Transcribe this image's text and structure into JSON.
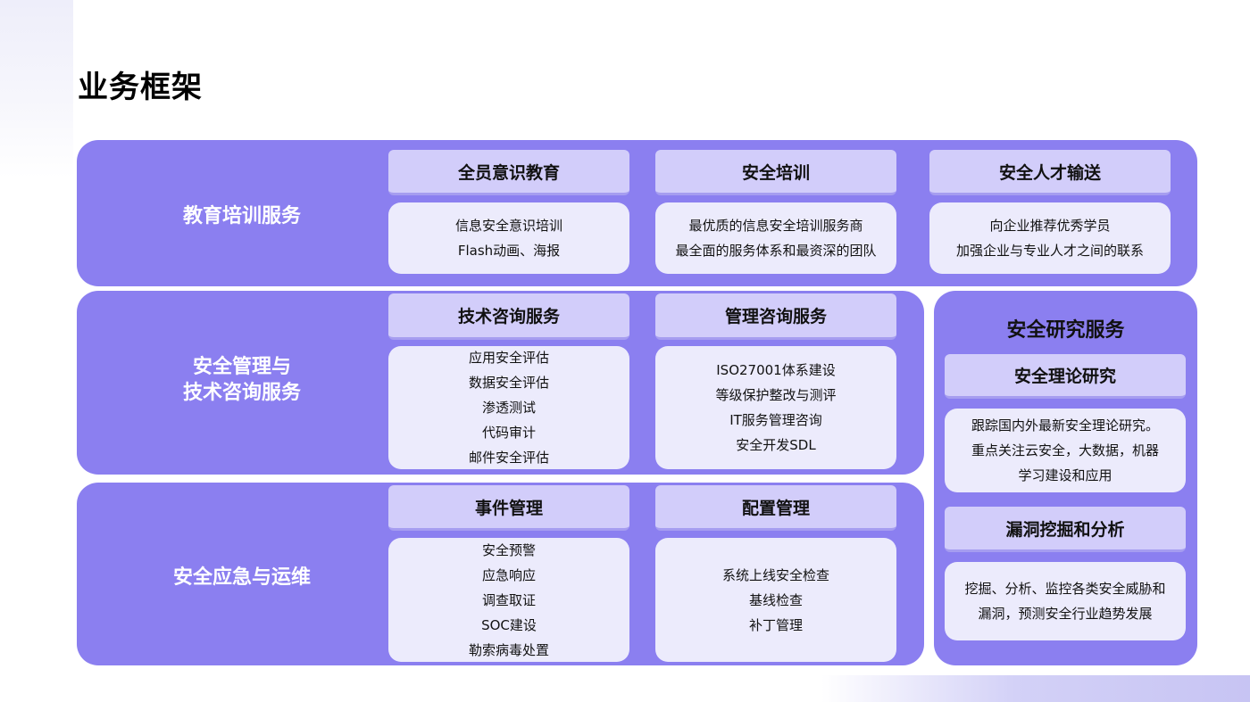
{
  "title": "业务框架",
  "bands": {
    "education": {
      "title": "教育培训服务",
      "cards": [
        {
          "head": "全员意识教育",
          "lines": [
            "信息安全意识培训",
            "Flash动画、海报"
          ]
        },
        {
          "head": "安全培训",
          "lines": [
            "最优质的信息安全培训服务商",
            "最全面的服务体系和最资深的团队"
          ]
        },
        {
          "head": "安全人才输送",
          "lines": [
            "向企业推荐优秀学员",
            "加强企业与专业人才之间的联系"
          ]
        }
      ]
    },
    "management": {
      "title_line1": "安全管理与",
      "title_line2": "技术咨询服务",
      "cards": [
        {
          "head": "技术咨询服务",
          "lines": [
            "应用安全评估",
            "数据安全评估",
            "渗透测试",
            "代码审计",
            "邮件安全评估"
          ]
        },
        {
          "head": "管理咨询服务",
          "lines": [
            "ISO27001体系建设",
            "等级保护整改与测评",
            "IT服务管理咨询",
            "安全开发SDL"
          ]
        }
      ]
    },
    "emergency": {
      "title": "安全应急与运维",
      "cards": [
        {
          "head": "事件管理",
          "lines": [
            "安全预警",
            "应急响应",
            "调查取证",
            "SOC建设",
            "勒索病毒处置"
          ]
        },
        {
          "head": "配置管理",
          "lines": [
            "系统上线安全检查",
            "基线检查",
            "补丁管理"
          ]
        }
      ]
    },
    "research": {
      "title": "安全研究服务",
      "cards": [
        {
          "head": "安全理论研究",
          "lines": [
            "跟踪国内外最新安全理论研究。",
            "重点关注云安全，大数据，机器",
            "学习建设和应用"
          ]
        },
        {
          "head": "漏洞挖掘和分析",
          "lines": [
            "挖掘、分析、监控各类安全威胁和",
            "漏洞，预测安全行业趋势发展"
          ]
        }
      ]
    }
  },
  "colors": {
    "band": "#8b7ff0",
    "card_head": "#d2cdfa",
    "card_body": "#ecebfc"
  }
}
